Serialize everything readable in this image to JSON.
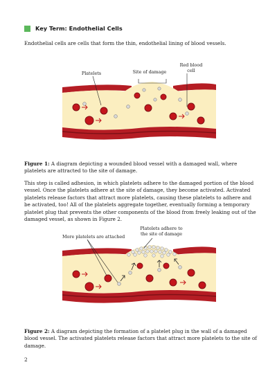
{
  "key_term": {
    "label": "Key Term: Endothelial Cells",
    "square_color": "#5cb85c"
  },
  "definition": "Endothelial cells are cells that form the thin, endothelial lining of blood vessels.",
  "figure1": {
    "labels": {
      "platelets": "Platelets",
      "site_of_damage": "Site of damage",
      "red_blood_cell": "Red blood cell"
    },
    "caption_prefix": "Figure 1:",
    "caption_text": " A diagram depicting a wounded blood vessel with a damaged wall, where platelets are attracted to the site of damage."
  },
  "body_paragraph": "This step is called adhesion, in which platelets adhere to the damaged portion of the blood vessel. Once the platelets adhere at the site of damage, they become activated. Activated platelets release factors that attract more platelets, causing these platelets to adhere and be activated, too! All of the platelets aggregate together, eventually forming a temporary platelet plug that prevents the other components of the blood from freely leaking out of the damaged vessel, as shown in Figure 2.",
  "figure2": {
    "labels": {
      "more_platelets": "More platelets are attached",
      "platelets_adhere": "Platelets adhere to the site of damage"
    },
    "caption_prefix": "Figure 2:",
    "caption_text": " A diagram depicting the formation of a platelet plug in the wall of a damaged blood vessel. The activated platelets release factors that attract more platelets to the site of damage."
  },
  "page_number": "2",
  "colors": {
    "vessel_wall": "#b51d24",
    "vessel_wall_dark": "#7f1016",
    "plasma": "#fbeec0",
    "red_cell": "#c4161c",
    "platelet": "#d9d9d9"
  }
}
